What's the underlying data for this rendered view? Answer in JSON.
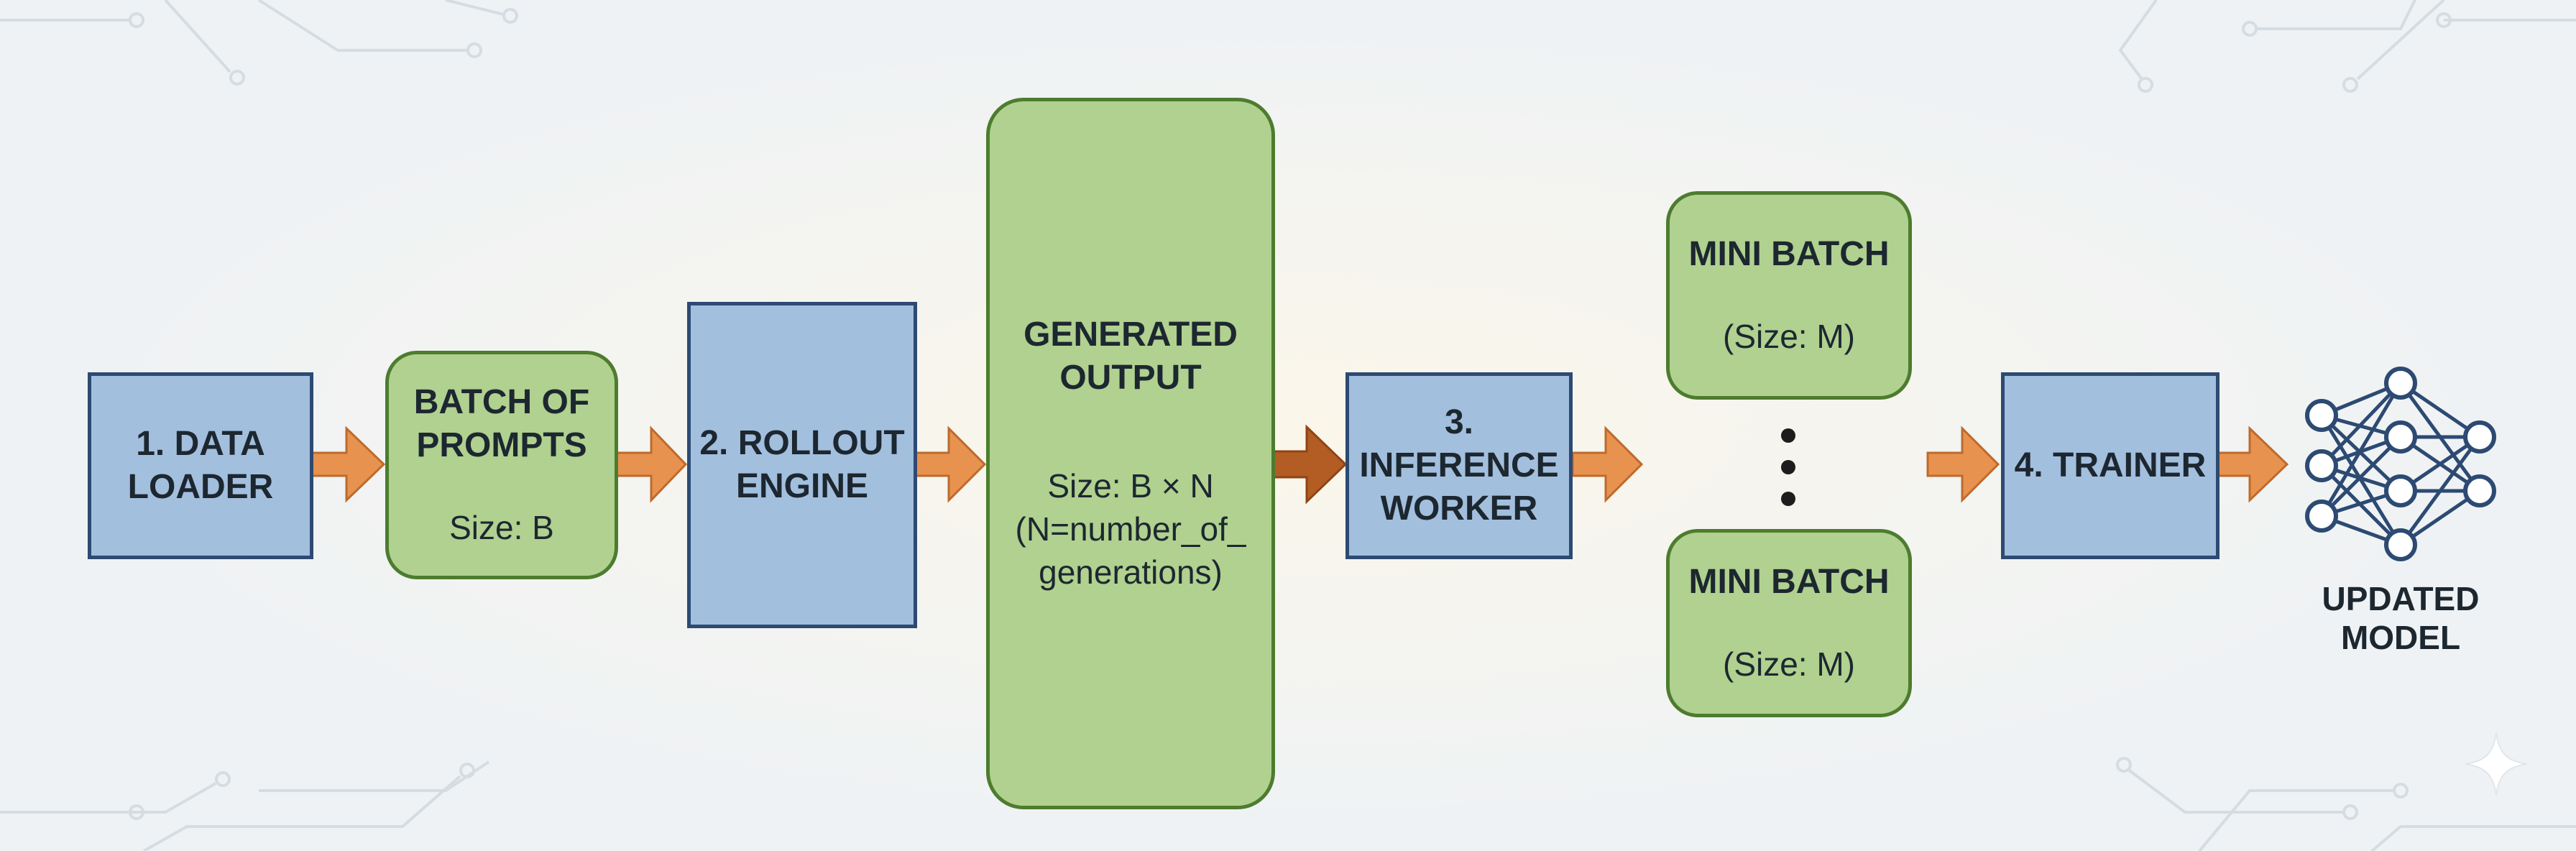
{
  "colors": {
    "process_fill": "#a3bfde",
    "process_border": "#2c4a72",
    "data_fill": "#b0d18f",
    "data_border": "#4d7c2e",
    "arrow": "#e8924f",
    "arrow_dark": "#b35c24",
    "background": "#f2f5f7"
  },
  "nodes": {
    "data_loader": {
      "title": "1. DATA\nLOADER"
    },
    "batch_of_prompts": {
      "title": "BATCH OF\nPROMPTS",
      "detail": "Size: B"
    },
    "rollout_engine": {
      "title": "2. ROLLOUT\nENGINE"
    },
    "generated_output": {
      "title": "GENERATED\nOUTPUT",
      "detail": "Size: B × N\n(N=number_of_\ngenerations)"
    },
    "inference_worker": {
      "title": "3.\nINFERENCE\nWORKER"
    },
    "mini_batch_top": {
      "title": "MINI BATCH",
      "detail": "(Size: M)"
    },
    "mini_batch_bottom": {
      "title": "MINI BATCH",
      "detail": "(Size: M)"
    },
    "trainer": {
      "title": "4. TRAINER"
    },
    "updated_model": {
      "title": "UPDATED\nMODEL"
    }
  },
  "icons": {
    "model": "neural-network-icon",
    "ellipsis": "vertical-ellipsis-icon",
    "sparkle": "sparkle-icon"
  }
}
